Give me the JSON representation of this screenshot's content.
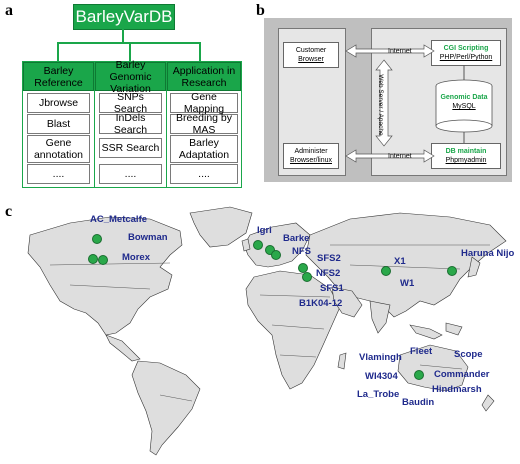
{
  "panels": {
    "a": "a",
    "b": "b",
    "c": "c"
  },
  "panel_a": {
    "title": "BarleyVarDB",
    "columns": [
      {
        "header": "Barley Reference",
        "items": [
          "Jbrowse",
          "Blast",
          "Gene annotation",
          "...."
        ]
      },
      {
        "header": "Barley Genomic Variation",
        "items": [
          "SNPs Search",
          "InDels Search",
          "SSR Search",
          "...."
        ]
      },
      {
        "header": "Application in Research",
        "items": [
          "Gene Mapping",
          "Breeding by MAS",
          "Barley Adaptation",
          "...."
        ]
      }
    ]
  },
  "panel_b": {
    "customer": {
      "line1": "Customer",
      "line2": "Browser"
    },
    "administer": {
      "line1": "Administer",
      "line2": "Browser/linux"
    },
    "internet_top": "Internet",
    "internet_bottom": "Internet",
    "cgi": {
      "title": "CGI Scripting",
      "sub": "PHP/Perl/Python"
    },
    "genomic": {
      "title": "Genomic Data",
      "sub": "MySQL"
    },
    "dbmaintain": {
      "title": "DB maintain",
      "sub": "Phpmyadmin"
    },
    "webserver": "Web Server / Apache",
    "colors": {
      "green": "#1aa64a",
      "outer": "#bfbfbf",
      "inner": "#e6e6e6"
    }
  },
  "panel_c": {
    "labels": [
      "AC_Metcalfe",
      "Bowman",
      "Morex",
      "Igri",
      "Barke",
      "NFS",
      "SFS2",
      "NFS2",
      "SFS1",
      "B1K04-12",
      "X1",
      "W1",
      "Haruna Nijo",
      "Vlamingh",
      "Fleet",
      "Scope",
      "WI4304",
      "Commander",
      "La_Trobe",
      "Hindmarsh",
      "Baudin"
    ],
    "label_color": "#1f2a8c",
    "marker_color": "#2aa84a"
  }
}
